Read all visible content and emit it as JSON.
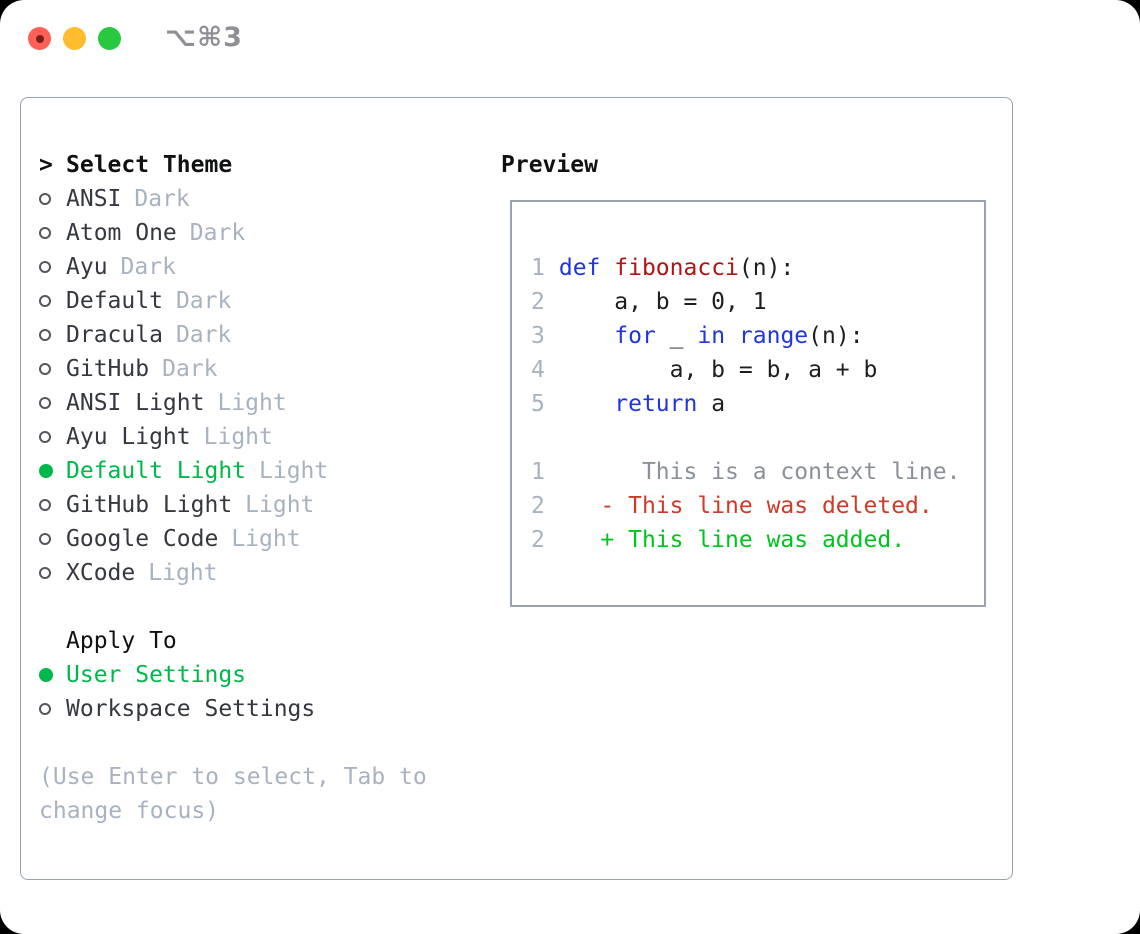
{
  "window": {
    "shortcut": "⌥⌘3",
    "traffic_lights": [
      "close",
      "minimize",
      "zoom"
    ]
  },
  "theme_list": {
    "cursor": ">",
    "header": "Select Theme",
    "items": [
      {
        "name": "ANSI",
        "variant": "Dark",
        "selected": false
      },
      {
        "name": "Atom One",
        "variant": "Dark",
        "selected": false
      },
      {
        "name": "Ayu",
        "variant": "Dark",
        "selected": false
      },
      {
        "name": "Default",
        "variant": "Dark",
        "selected": false
      },
      {
        "name": "Dracula",
        "variant": "Dark",
        "selected": false
      },
      {
        "name": "GitHub",
        "variant": "Dark",
        "selected": false
      },
      {
        "name": "ANSI Light",
        "variant": "Light",
        "selected": false
      },
      {
        "name": "Ayu Light",
        "variant": "Light",
        "selected": false
      },
      {
        "name": "Default Light",
        "variant": "Light",
        "selected": true
      },
      {
        "name": "GitHub Light",
        "variant": "Light",
        "selected": false
      },
      {
        "name": "Google Code",
        "variant": "Light",
        "selected": false
      },
      {
        "name": "XCode",
        "variant": "Light",
        "selected": false
      }
    ]
  },
  "apply_to": {
    "header": "Apply To",
    "options": [
      {
        "label": "User Settings",
        "selected": true
      },
      {
        "label": "Workspace Settings",
        "selected": false
      }
    ]
  },
  "hint": {
    "lines": [
      "(Use Enter to select, Tab to",
      "change focus)"
    ]
  },
  "preview": {
    "title": "Preview",
    "code_lines": [
      {
        "num": "1",
        "segs": [
          {
            "t": "def",
            "c": "kw"
          },
          {
            "t": " ",
            "c": "plain"
          },
          {
            "t": "fibonacci",
            "c": "fn"
          },
          {
            "t": "(n):",
            "c": "plain"
          }
        ]
      },
      {
        "num": "2",
        "segs": [
          {
            "t": "    a, b = 0, 1",
            "c": "plain"
          }
        ]
      },
      {
        "num": "3",
        "segs": [
          {
            "t": "    ",
            "c": "plain"
          },
          {
            "t": "for",
            "c": "kw"
          },
          {
            "t": " _ ",
            "c": "plain"
          },
          {
            "t": "in",
            "c": "kw"
          },
          {
            "t": " ",
            "c": "plain"
          },
          {
            "t": "range",
            "c": "kw"
          },
          {
            "t": "(n):",
            "c": "plain"
          }
        ]
      },
      {
        "num": "4",
        "segs": [
          {
            "t": "        a, b = b, a + b",
            "c": "plain"
          }
        ]
      },
      {
        "num": "5",
        "segs": [
          {
            "t": "    ",
            "c": "plain"
          },
          {
            "t": "return",
            "c": "kw"
          },
          {
            "t": " a",
            "c": "plain"
          }
        ]
      },
      {
        "num": "",
        "segs": []
      },
      {
        "num": "1",
        "segs": [
          {
            "t": "      This is a context line.",
            "c": "ctx"
          }
        ]
      },
      {
        "num": "2",
        "segs": [
          {
            "t": "   - This line was deleted.",
            "c": "del"
          }
        ]
      },
      {
        "num": "2",
        "segs": [
          {
            "t": "   + This line was added.",
            "c": "add"
          }
        ]
      }
    ]
  },
  "colors": {
    "accent_green": "#00b84a",
    "diff_added": "#00c41e",
    "diff_deleted": "#cd3b2a",
    "keyword_blue": "#1f35e0",
    "function_red": "#b01414",
    "muted_gray": "#a9b2bf",
    "text_dark": "#35383e",
    "heading_black": "#101113",
    "border_gray": "#9aa3ad",
    "traffic_red": "#ff5f57",
    "traffic_yellow": "#febc2e",
    "traffic_green": "#28c840",
    "shortcut_gray": "#8e9095"
  }
}
